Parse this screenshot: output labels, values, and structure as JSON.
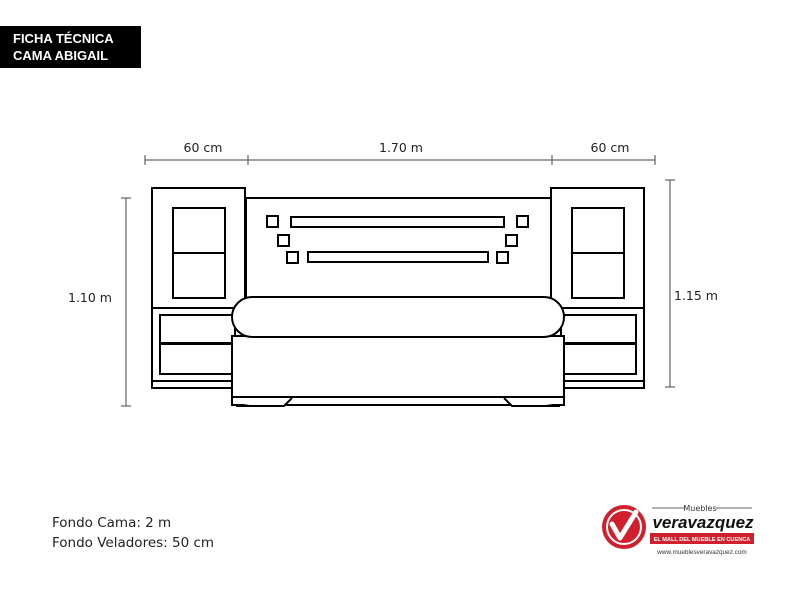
{
  "header": {
    "line1": "FICHA TÉCNICA",
    "line2": "CAMA ABIGAIL"
  },
  "dimensions": {
    "left_nightstand_width": "60 cm",
    "bed_width": "1.70 m",
    "right_nightstand_width": "60 cm",
    "left_height": "1.10 m",
    "right_height": "1.15 m"
  },
  "specs": {
    "bed_depth": "Fondo Cama: 2 m",
    "nightstand_depth": "Fondo Veladores: 50 cm"
  },
  "logo": {
    "small_text": "Muebles",
    "brand": "veravazquez",
    "tagline": "EL MALL DEL MUEBLE EN CUENCA",
    "website": "www.mueblesveravazquez.com"
  },
  "colors": {
    "line": "#000000",
    "dimension_line": "#444444",
    "brand_red": "#d0202e",
    "title_bg": "#000000"
  }
}
